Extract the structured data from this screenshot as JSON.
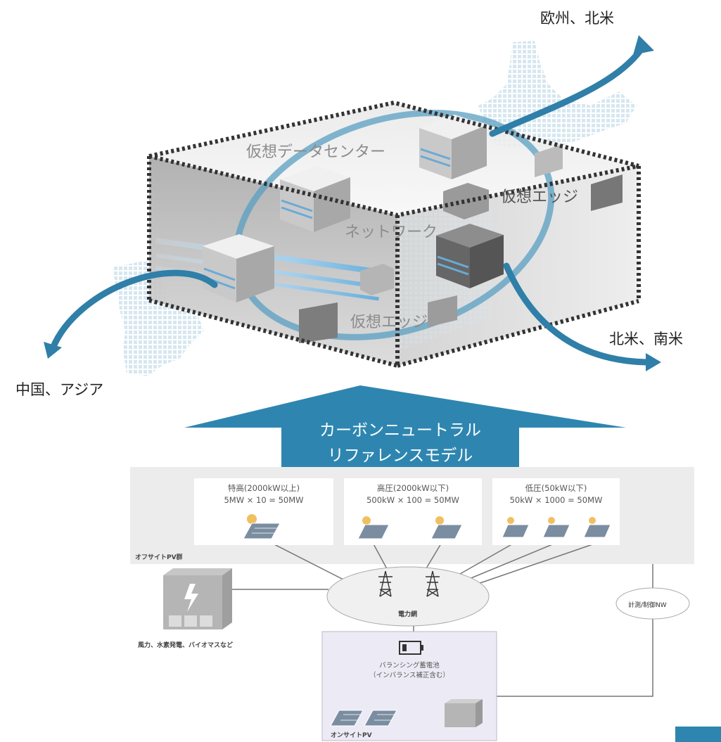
{
  "regions": {
    "europe_na": "欧州、北米",
    "americas": "北米、南米",
    "asia": "中国、アジア"
  },
  "virtual": {
    "datacenter": "仮想データセンター",
    "edge_top": "仮想エッジ",
    "network": "ネットワーク",
    "edge_bottom": "仮想エッジ"
  },
  "banner": {
    "line1": "カーボンニュートラル",
    "line2": "リファレンスモデル",
    "color": "#2e86b0"
  },
  "pv_groups": [
    {
      "title": "特高(2000kW以上)",
      "formula": "5MW × 10 = 50MW"
    },
    {
      "title": "高圧(2000kW以下)",
      "formula": "500kW × 100 = 50MW"
    },
    {
      "title": "低圧(50kW以下)",
      "formula": "50kW × 1000 = 50MW"
    }
  ],
  "offsite_label": "オフサイトPV群",
  "grid_label": "電力網",
  "metering_label": "計測/制御NW",
  "renewables_label": "風力、水素発電、バイオマスなど",
  "battery_label": "バランシング蓄電池",
  "battery_sub": "（インバランス補正含む）",
  "onsite_label": "オンサイトPV",
  "colors": {
    "accent": "#2e86b0",
    "arrow": "#2f7fa8",
    "dots": "#cfe3ee"
  }
}
